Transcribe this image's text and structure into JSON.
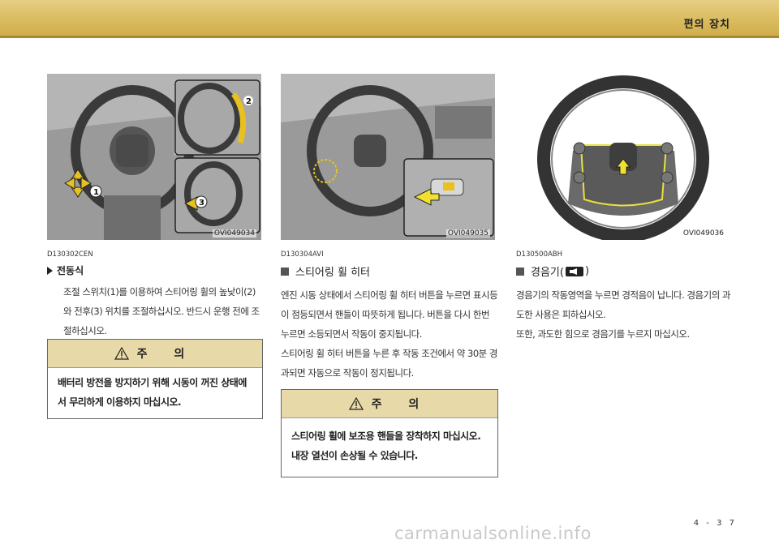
{
  "header": {
    "section_title": "편의 장치"
  },
  "columns": [
    {
      "photo_id": "OVI049034",
      "code": "D130302CEN",
      "heading": "전동식",
      "paragraphs": [
        "조절 스위치(1)를 이용하여 스티어링 휠의 높낮이(2)와 전후(3) 위치를 조절하십시오. 반드시 운행 전에 조절하십시오."
      ],
      "caution": {
        "title": "주 의",
        "text": "배터리 방전을 방지하기 위해 시동이 꺼진 상태에서 무리하게 이용하지 마십시오."
      },
      "callouts": [
        "1",
        "2",
        "3"
      ]
    },
    {
      "photo_id": "OVI049035",
      "code": "D130304AVI",
      "heading": "스티어링 휠 히터",
      "paragraphs": [
        "엔진 시동 상태에서 스티어링 휠 히터 버튼을 누르면 표시등이 점등되면서 핸들이 따뜻하게 됩니다. 버튼을 다시 한번 누르면 소등되면서 작동이 중지됩니다.",
        "스티어링 휠 히터 버튼을 누른 후 작동 조건에서 약 30분 경과되면 자동으로 작동이 정지됩니다."
      ],
      "caution": {
        "title": "주 의",
        "text": "스티어링 휠에 보조용 핸들을 장착하지 마십시오. 내장 열선이 손상될 수 있습니다."
      }
    },
    {
      "photo_id": "OVI049036",
      "code": "D130500ABH",
      "heading_prefix": "경음기(",
      "heading_suffix": ")",
      "heading_icon": "horn-icon",
      "paragraphs": [
        "경음기의 작동영역을 누르면 경적음이 납니다. 경음기의 과도한 사용은 피하십시오.",
        "또한, 과도한 힘으로 경음기를 누르지 마십시오."
      ]
    }
  ],
  "page_number": "4 - 3 7",
  "watermark": "carmanualsonline.info",
  "colors": {
    "header_band": "#d9ba5c",
    "caution_bar": "#e8d9a8",
    "highlight": "#e8e040",
    "arrow": "#f0e030"
  }
}
